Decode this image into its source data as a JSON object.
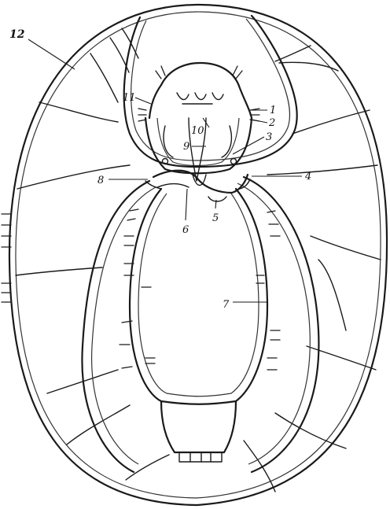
{
  "figure": {
    "labels": {
      "l1": "1",
      "l2": "2",
      "l3": "3",
      "l4": "4",
      "l5": "5",
      "l6": "6",
      "l7": "7",
      "l8": "8",
      "l9": "9",
      "l10": "10",
      "l11": "11",
      "l12": "12"
    }
  }
}
